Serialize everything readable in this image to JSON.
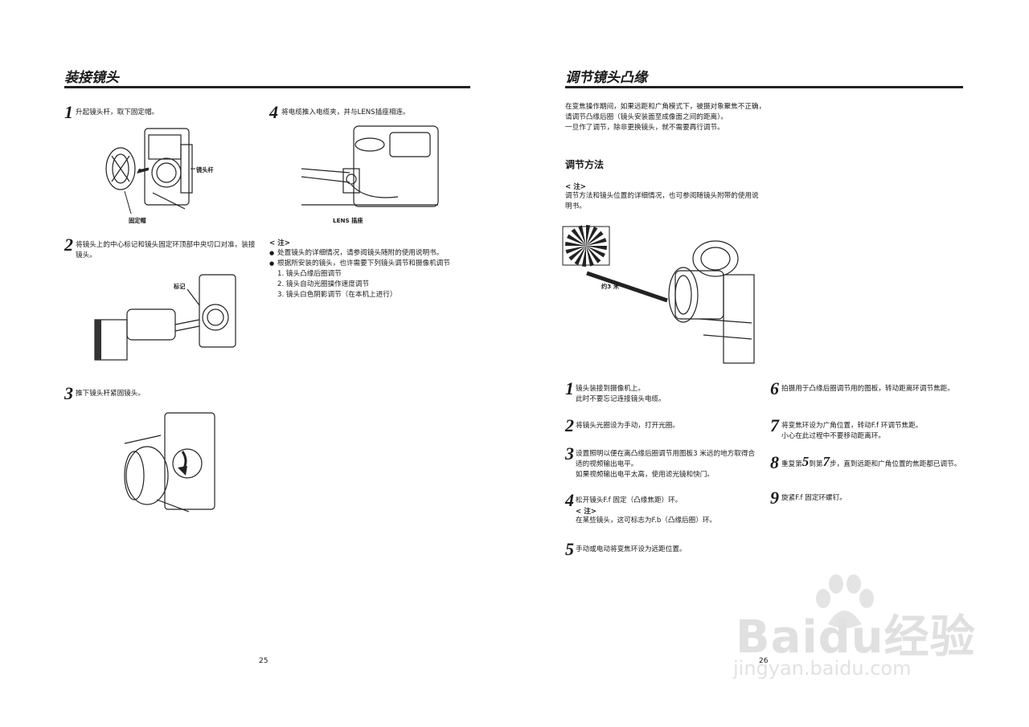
{
  "left_page": {
    "title": "装接镜头",
    "step1": {
      "num": "1",
      "text": "升起镜头杆，取下固定帽。",
      "label_lever": "镜头杆",
      "label_cap": "固定帽"
    },
    "step2": {
      "num": "2",
      "text": "将镜头上的中心标记和镜头固定环顶部中央切口对准，装接镜头。",
      "label_mark": "标记"
    },
    "step3": {
      "num": "3",
      "text": "推下镜头杆紧固镜头。"
    },
    "step4": {
      "num": "4",
      "text": "将电缆推入电缆夹，并与LENS插座相连。",
      "label_socket": "LENS 插座"
    },
    "note": {
      "heading": "< 注>",
      "bullets": [
        "处置镜头的详细情况，请参阅镜头随附的使用说明书。",
        "根据所安装的镜头，也许需要下列镜头调节和摄像机调节"
      ],
      "items": [
        "1. 镜头凸缘后圈调节",
        "2. 镜头自动光圈操作速度调节",
        "3. 镜头白色阴影调节（在本机上进行）"
      ]
    },
    "page_number": "25"
  },
  "right_page": {
    "title": "调节镜头凸缘",
    "intro": [
      "在变焦操作期间，如果远距和广角模式下，被摄对象聚焦不正确，请调节凸缘后圈（镜头安装面至成像面之间的距离）。",
      "一旦作了调节，除非更换镜头，就不需要再行调节。"
    ],
    "subtitle": "调节方法",
    "note_heading": "< 注>",
    "note_text": "调节方法和镜头位置的详细情况，也可参阅随镜头附带的使用说明书。",
    "distance_label": "约3 米",
    "steps_left": [
      {
        "num": "1",
        "lines": [
          "镜头装接到摄像机上。",
          "此时不要忘记连接镜头电缆。"
        ]
      },
      {
        "num": "2",
        "lines": [
          "将镜头光圈设为手动，打开光圈。"
        ]
      },
      {
        "num": "3",
        "lines": [
          "设置照明以便在离凸缘后圈调节用图板3 米远的地方取得合适的视频输出电平。",
          "如果视频输出电平太高，使用滤光镜和快门。"
        ]
      },
      {
        "num": "4",
        "lines": [
          "松开镜头F.f 固定（凸缘焦距）环。"
        ],
        "note_heading": "< 注>",
        "note": "在某些镜头，这可标志为F.b（凸缘后圈）环。"
      },
      {
        "num": "5",
        "lines": [
          "手动或电动将变焦环设为远距位置。"
        ]
      }
    ],
    "steps_right": [
      {
        "num": "6",
        "lines": [
          "拍摄用于凸缘后圈调节用的图板，转动距离环调节焦距。"
        ]
      },
      {
        "num": "7",
        "lines": [
          "将变焦环设为广角位置，转动F.f 环调节焦距。",
          "小心在此过程中不要移动距离环。"
        ]
      },
      {
        "num": "8",
        "pre": "重复第",
        "n1": "5",
        "mid": "到第",
        "n2": "7",
        "post": "步，直到远距和广角位置的焦距都已调节。"
      },
      {
        "num": "9",
        "lines": [
          "旋紧F.f 固定环螺钉。"
        ]
      }
    ],
    "page_number": "26"
  },
  "watermark": {
    "brand": "Baidu经验",
    "url": "jingyan.baidu.com"
  }
}
